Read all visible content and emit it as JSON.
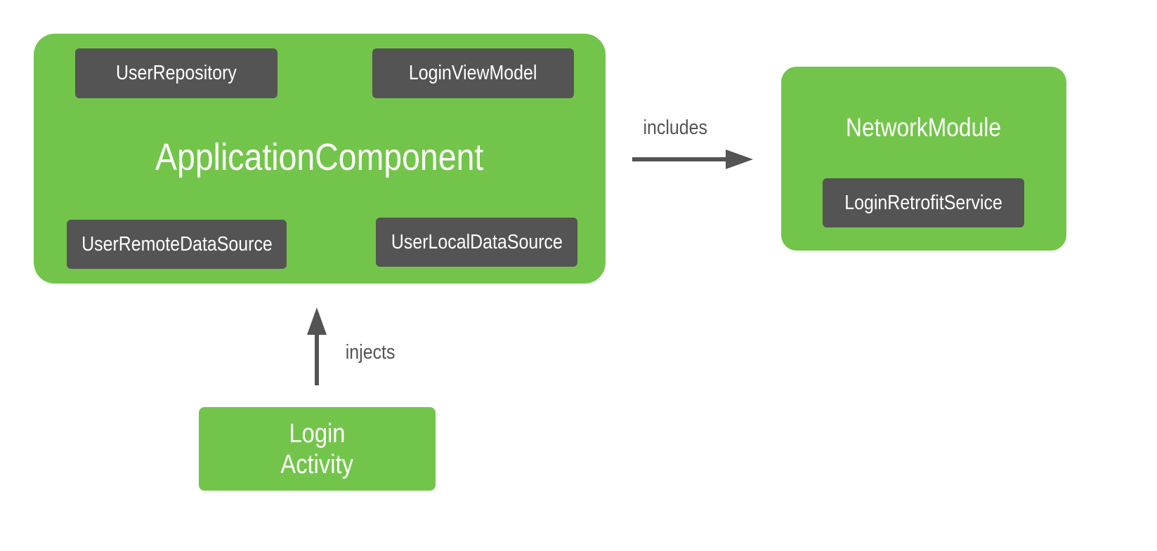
{
  "colors": {
    "component": "#72c54a",
    "binding": "#545454",
    "arrow": "#545454",
    "text_on_box": "#ffffff"
  },
  "application_component": {
    "title": "ApplicationComponent",
    "bindings": [
      "UserRepository",
      "LoginViewModel",
      "UserRemoteDataSource",
      "UserLocalDataSource"
    ]
  },
  "network_module": {
    "title": "NetworkModule",
    "bindings": [
      "LoginRetrofitService"
    ]
  },
  "login_activity": {
    "line1": "Login",
    "line2": "Activity"
  },
  "edges": {
    "includes": "includes",
    "injects": "injects"
  }
}
